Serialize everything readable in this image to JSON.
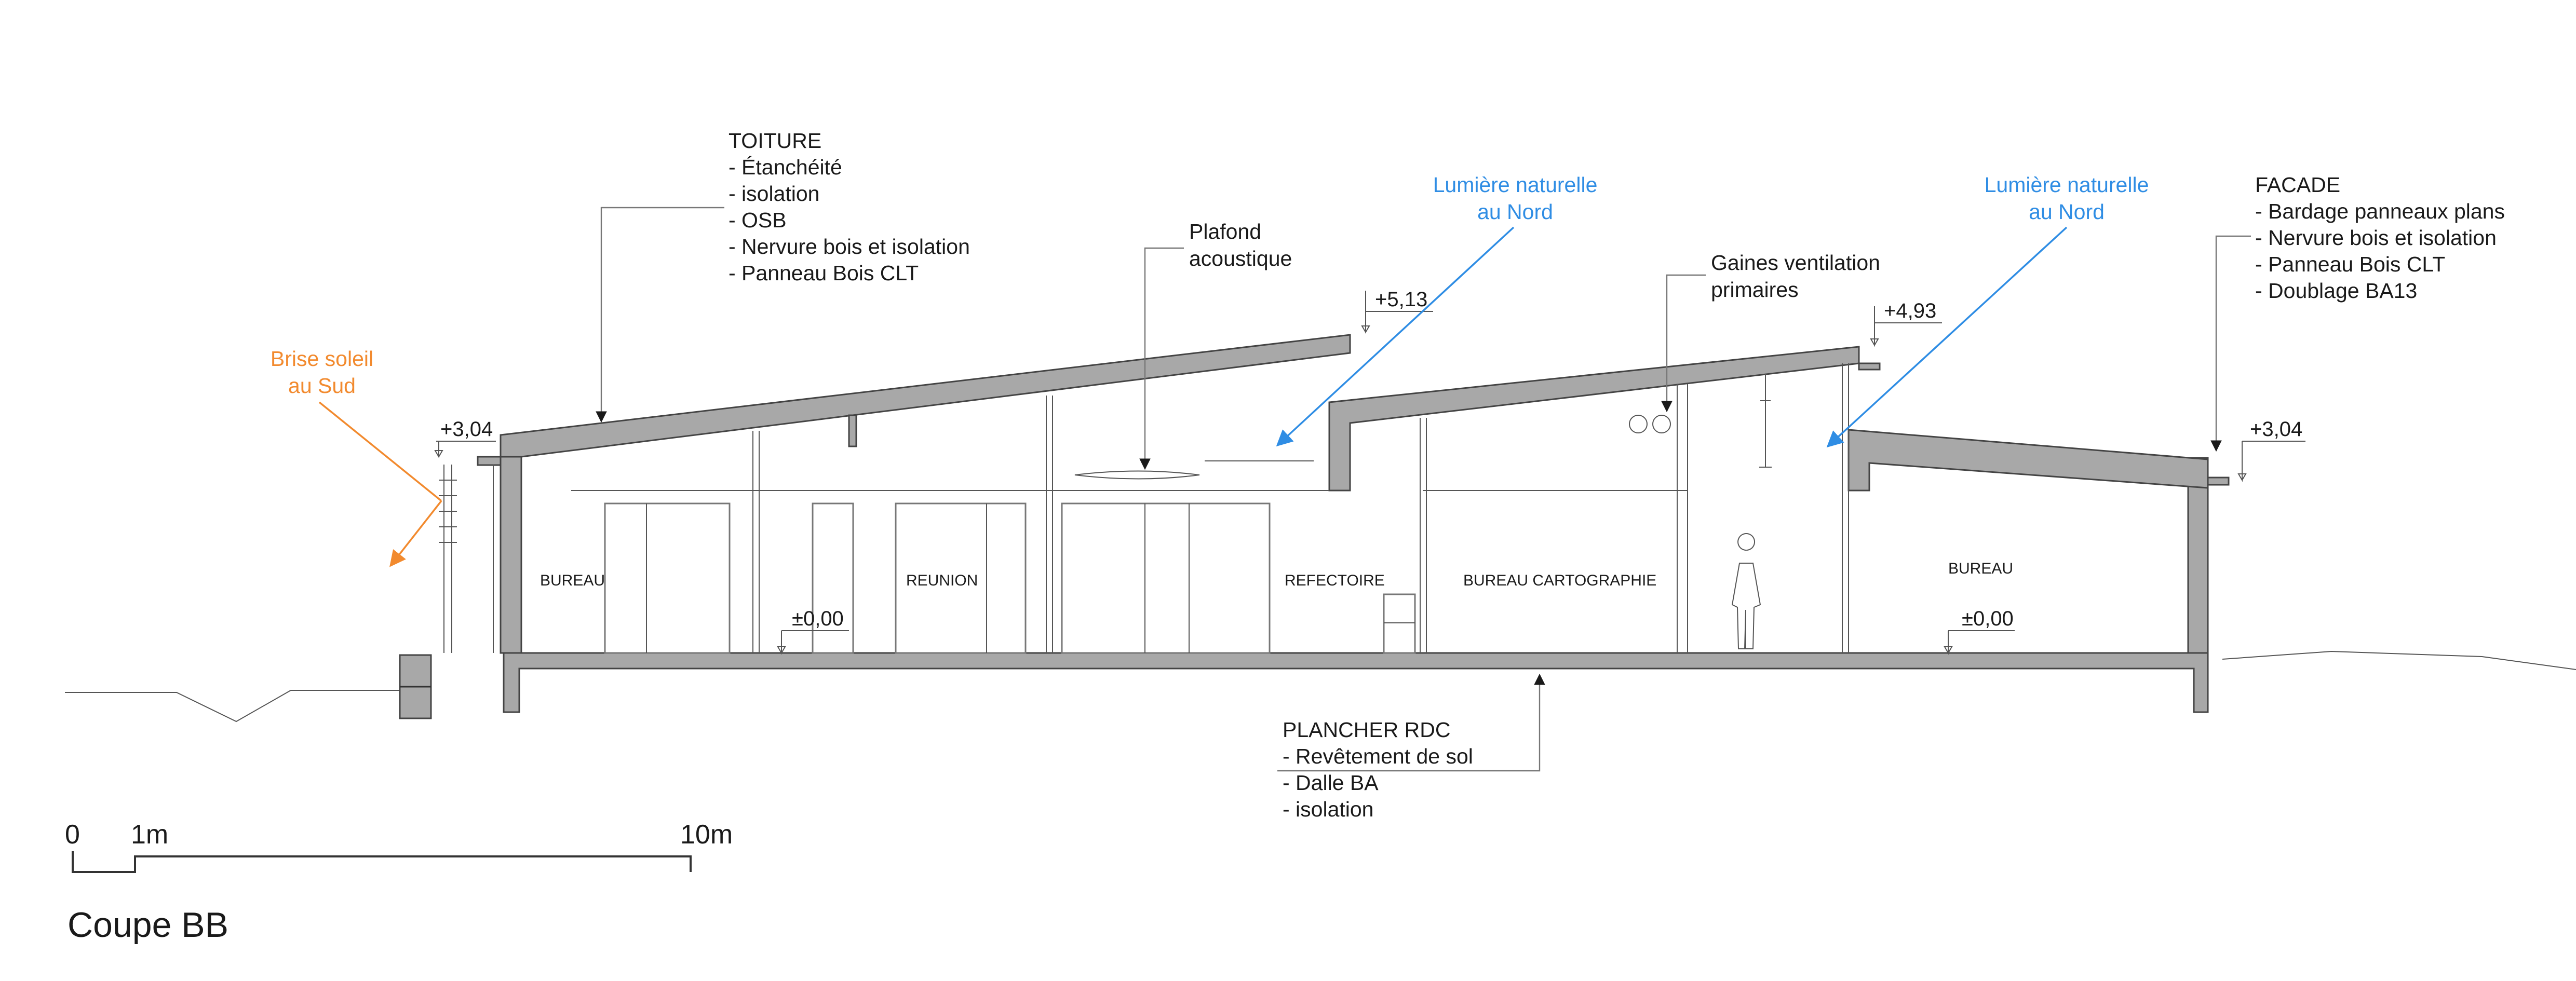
{
  "title": "Coupe BB",
  "colors": {
    "sun_arrow": "#f28a2e",
    "north_light": "#2f8de4",
    "concrete": "#a8a8a8",
    "lines": "#333333"
  },
  "rooms": {
    "bureau_1": "BUREAU",
    "reunion": "REUNION",
    "refectoire": "REFECTOIRE",
    "bureau_cartographie": "BUREAU CARTOGRAPHIE",
    "bureau_2": "BUREAU"
  },
  "levels": {
    "left_eave": "+3,04",
    "high_1": "+5,13",
    "high_2": "+4,93",
    "right_eave": "+3,04",
    "floor_left": "±0,00",
    "floor_right": "±0,00"
  },
  "annotations": {
    "toiture": [
      "TOITURE",
      "- Étanchéité",
      "- isolation",
      "- OSB",
      "- Nervure bois et isolation",
      "- Panneau Bois CLT"
    ],
    "plafond": [
      "Plafond",
      "acoustique"
    ],
    "gaines": [
      "Gaines ventilation",
      "primaires"
    ],
    "lumiere_1": [
      "Lumière naturelle",
      "au Nord"
    ],
    "lumiere_2": [
      "Lumière naturelle",
      "au Nord"
    ],
    "brise_soleil": [
      "Brise soleil",
      "au Sud"
    ],
    "facade": [
      "FACADE",
      "- Bardage panneaux plans",
      "- Nervure bois et isolation",
      "- Panneau Bois CLT",
      "- Doublage BA13"
    ],
    "plancher": [
      "PLANCHER RDC",
      "- Revêtement de sol",
      "- Dalle BA",
      "- isolation"
    ]
  },
  "scale_bar": {
    "zero": "0",
    "one": "1m",
    "ten": "10m"
  }
}
